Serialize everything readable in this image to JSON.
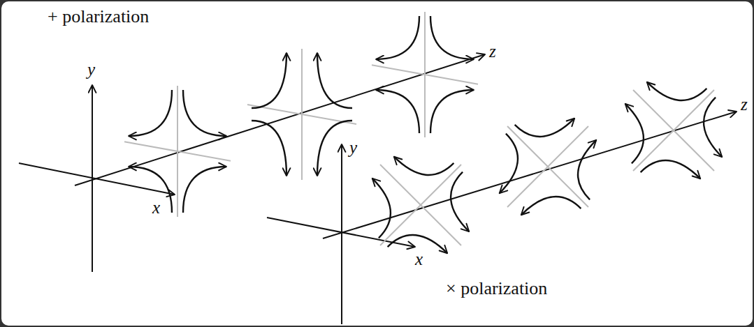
{
  "diagram": {
    "labels": [
      "+ polarization",
      "y",
      "x",
      "z",
      "y",
      "x",
      "z",
      "× polarization"
    ]
  }
}
